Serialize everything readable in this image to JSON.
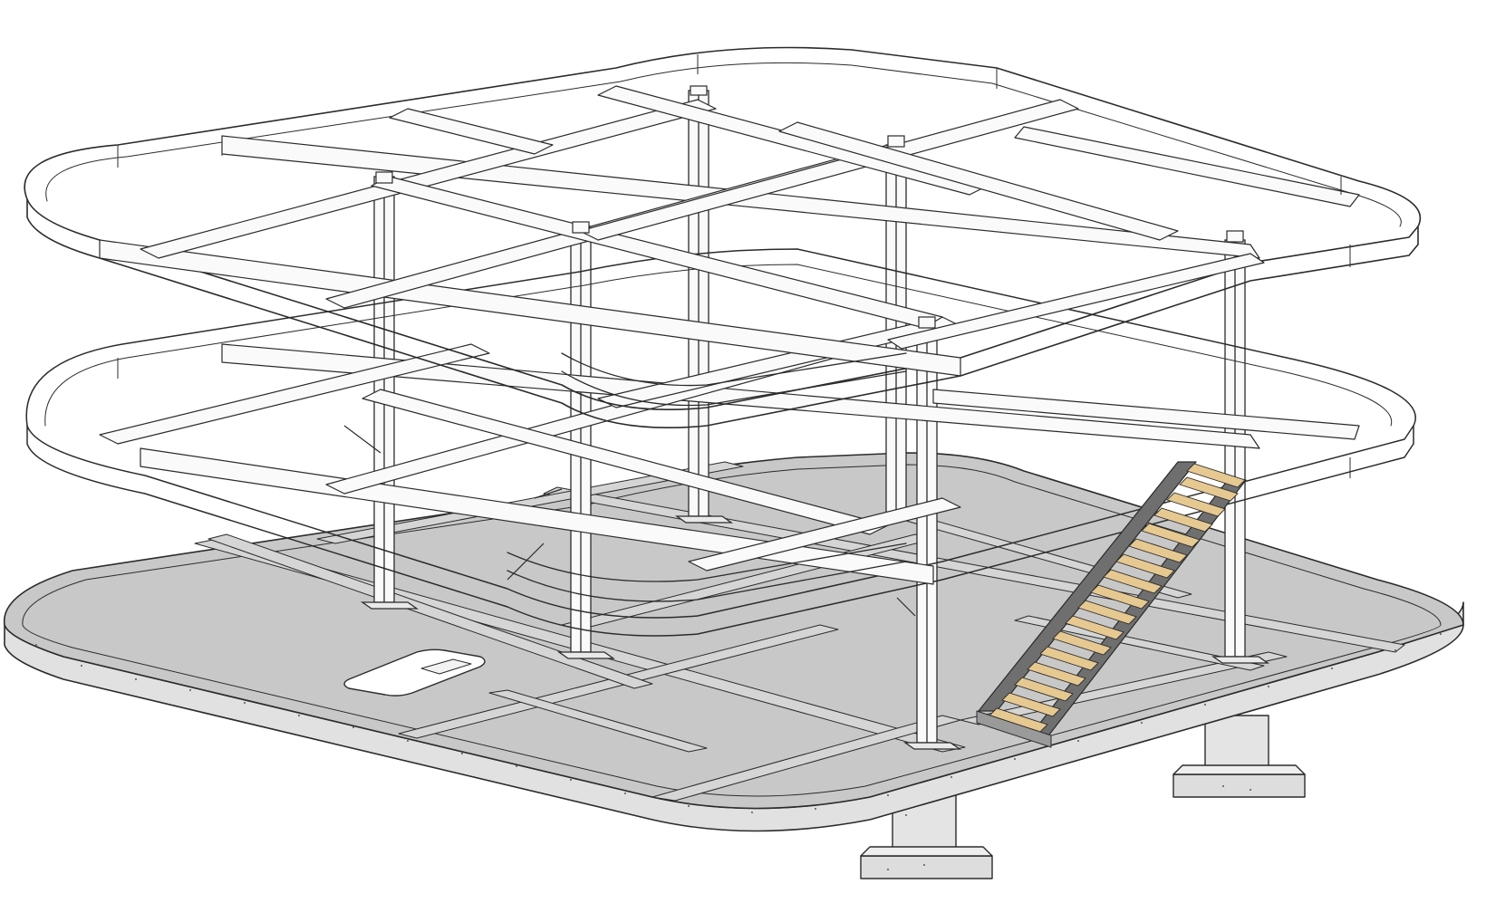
{
  "view": {
    "kind": "isometric structural model",
    "background": "#ffffff"
  },
  "colors": {
    "line": "#2b2b2b",
    "steel": "#fafafa",
    "steel_shade": "#e9e9e9",
    "slab": "#c8c8c8",
    "slab_edge": "#d9d9d9",
    "concrete_speckle": "#555555",
    "tread": "#e6c891",
    "stringer": "#6f6f6f"
  },
  "elements": {
    "levels": [
      "ground-slab",
      "level-2-frame",
      "roof-frame"
    ],
    "components": [
      "concrete-slab",
      "steel-ring-beam",
      "steel-beam",
      "steel-column",
      "slab-opening",
      "stair",
      "pile-cap"
    ]
  }
}
